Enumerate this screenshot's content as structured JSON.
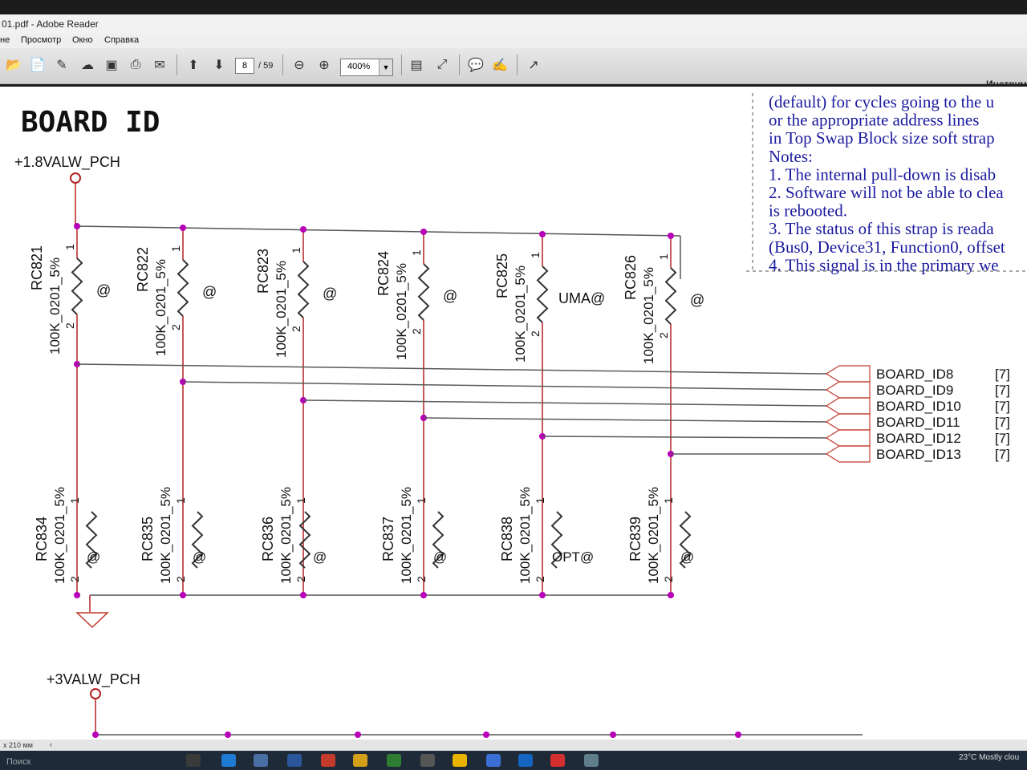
{
  "window": {
    "title": "01.pdf - Adobe Reader"
  },
  "menu": {
    "items": [
      "не",
      "Просмотр",
      "Окно",
      "Справка"
    ]
  },
  "toolbar": {
    "page_current": "8",
    "page_total": "/ 59",
    "zoom": "400%",
    "tools_label": "Инструм"
  },
  "doc": {
    "heading": "BOARD ID",
    "rail_top": "+1.8VALW_PCH",
    "rail_bottom": "+3VALW_PCH",
    "notes": [
      "(default) for cycles going to the u",
      "or the appropriate address lines",
      "in Top Swap Block size soft strap",
      "Notes:",
      "1. The internal pull-down is disab",
      "2. Software will not be able to clea",
      "is rebooted.",
      "3. The status of this strap is reada",
      "(Bus0, Device31, Function0, offset",
      "4. This signal is in the primary we"
    ],
    "top_resistors": [
      {
        "ref": "RC821",
        "value": "100K_0201_5%",
        "pin1": "1",
        "pin2": "2",
        "tag": "@"
      },
      {
        "ref": "RC822",
        "value": "100K_0201_5%",
        "pin1": "1",
        "pin2": "2",
        "tag": "@"
      },
      {
        "ref": "RC823",
        "value": "100K_0201_5%",
        "pin1": "1",
        "pin2": "2",
        "tag": "@"
      },
      {
        "ref": "RC824",
        "value": "100K_0201_5%",
        "pin1": "1",
        "pin2": "2",
        "tag": "@"
      },
      {
        "ref": "RC825",
        "value": "100K_0201_5%",
        "pin1": "1",
        "pin2": "2",
        "tag": "UMA@"
      },
      {
        "ref": "RC826",
        "value": "100K_0201_5%",
        "pin1": "1",
        "pin2": "2",
        "tag": "@"
      }
    ],
    "bottom_resistors": [
      {
        "ref": "RC834",
        "value": "100K_0201_5%",
        "pin1": "1",
        "pin2": "2",
        "tag": "@"
      },
      {
        "ref": "RC835",
        "value": "100K_0201_5%",
        "pin1": "1",
        "pin2": "2",
        "tag": "@"
      },
      {
        "ref": "RC836",
        "value": "100K_0201_5%",
        "pin1": "1",
        "pin2": "2",
        "tag": "@"
      },
      {
        "ref": "RC837",
        "value": "100K_0201_5%",
        "pin1": "1",
        "pin2": "2",
        "tag": "@"
      },
      {
        "ref": "RC838",
        "value": "100K_0201_5%",
        "pin1": "1",
        "pin2": "2",
        "tag": "OPT@"
      },
      {
        "ref": "RC839",
        "value": "100K_0201_5%",
        "pin1": "1",
        "pin2": "2",
        "tag": "@"
      }
    ],
    "signals": [
      {
        "name": "BOARD_ID8",
        "ref": "[7]"
      },
      {
        "name": "BOARD_ID9",
        "ref": "[7]"
      },
      {
        "name": "BOARD_ID10",
        "ref": "[7]"
      },
      {
        "name": "BOARD_ID11",
        "ref": "[7]"
      },
      {
        "name": "BOARD_ID12",
        "ref": "[7]"
      },
      {
        "name": "BOARD_ID13",
        "ref": "[7]"
      }
    ]
  },
  "status": {
    "page_size": "x 210 мм"
  },
  "taskbar": {
    "search": "Поиск",
    "weather": "23°C  Mostly clou"
  },
  "colors": {
    "wire": "#5a5a5a",
    "resistor": "#333333",
    "net_dot": "#b800b8",
    "vertical_wire": "#b22222",
    "note_text": "#1a1a9e",
    "port_outline": "#c0392b"
  }
}
